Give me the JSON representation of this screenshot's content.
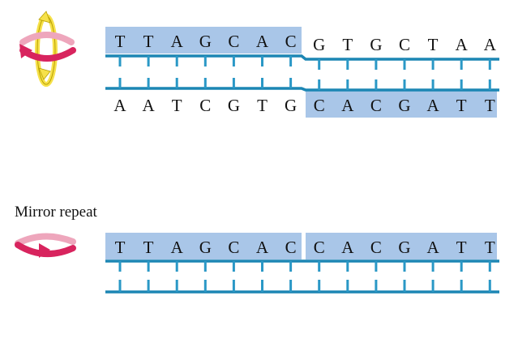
{
  "palindrome": {
    "top_strand": [
      "T",
      "T",
      "A",
      "G",
      "C",
      "A",
      "C",
      "G",
      "T",
      "G",
      "C",
      "T",
      "A",
      "A"
    ],
    "bottom_strand": [
      "A",
      "A",
      "T",
      "C",
      "G",
      "T",
      "G",
      "C",
      "A",
      "C",
      "G",
      "A",
      "T",
      "T"
    ]
  },
  "mirror_repeat": {
    "label": "Mirror repeat",
    "top_strand": [
      "T",
      "T",
      "A",
      "G",
      "C",
      "A",
      "C",
      "C",
      "A",
      "C",
      "G",
      "A",
      "T",
      "T"
    ],
    "bottom_strand": []
  },
  "colors": {
    "highlight": "#a9c6e8",
    "backbone": "#1c86b4",
    "rung": "#2a98c6",
    "arrow_pink": "#d8245e",
    "arrow_pink_light": "#eea6bc",
    "arrow_yellow": "#f6e14a",
    "arrow_yellow_edge": "#b9a000"
  },
  "icons": [
    "rotate-both-axes-icon",
    "rotate-horizontal-icon"
  ]
}
